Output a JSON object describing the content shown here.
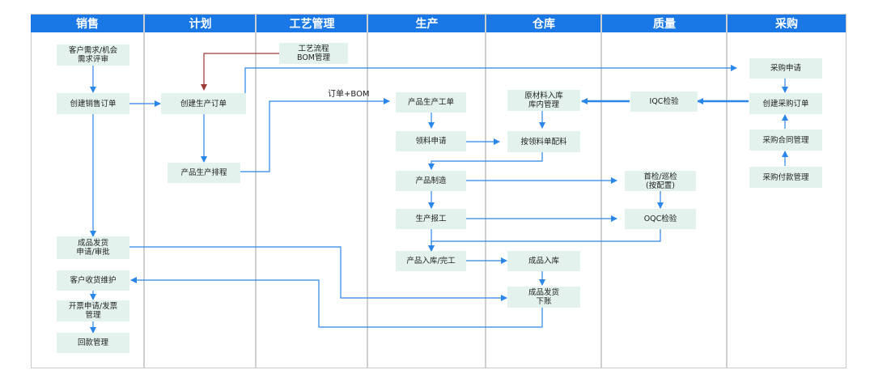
{
  "colors": {
    "header": "#1a78e6",
    "box": "#e3f2ec",
    "arrow_blue": "#2a86e8",
    "arrow_red": "#9b3a36"
  },
  "lanes": [
    {
      "name": "销售"
    },
    {
      "name": "计划"
    },
    {
      "name": "工艺管理"
    },
    {
      "name": "生产"
    },
    {
      "name": "仓库"
    },
    {
      "name": "质量"
    },
    {
      "name": "采购"
    }
  ],
  "nodes": {
    "customer_demand": "客户需求/机会\n需求评审",
    "create_sales_order": "创建销售订单",
    "ship_request": "成品发货\n申请/审批",
    "customer_receipt": "客户收货维护",
    "invoice": "开票申请/发票\n管理",
    "payment_collection": "回款管理",
    "create_production_order": "创建生产订单",
    "production_scheduling": "产品生产排程",
    "process_bom": "工艺流程\nBOM管理",
    "production_work_order": "产品生产工单",
    "material_request": "领料申请",
    "manufacturing": "产品制造",
    "production_report": "生产报工",
    "production_inbound": "产品入库/完工",
    "raw_material_inbound": "原材料入库\n库内管理",
    "picking": "按领料单配料",
    "fg_inbound": "成品入库",
    "fg_shipping": "成品发货\n下账",
    "iqc": "IQC检验",
    "first_inspection": "首检/巡检\n(按配置)",
    "oqc": "OQC检验",
    "purchase_request": "采购申请",
    "create_purchase_order": "创建采购订单",
    "purchase_contract": "采购合同管理",
    "purchase_payment": "采购付款管理"
  },
  "labels": {
    "order_bom": "订单+BOM"
  }
}
